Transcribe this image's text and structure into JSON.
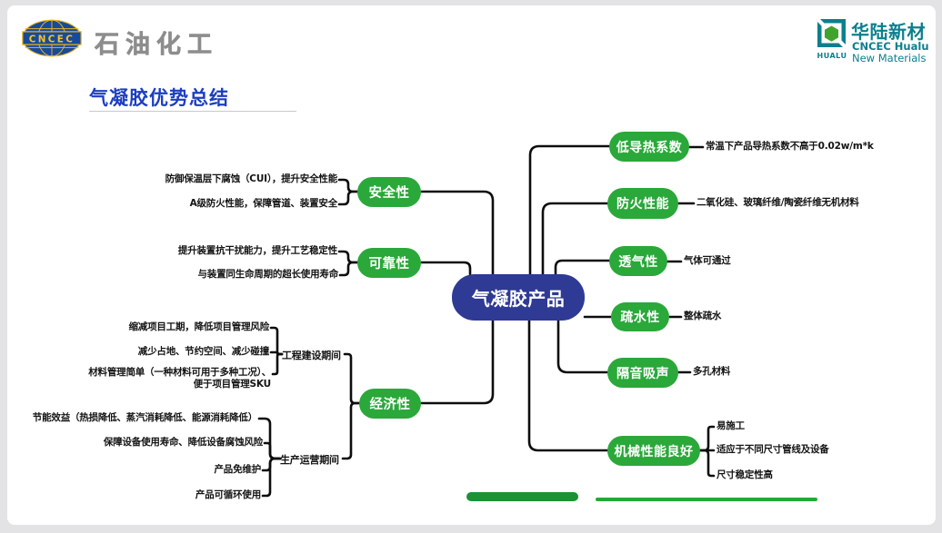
{
  "header": {
    "cncec_logo": {
      "badge_text": "CNCEC",
      "brand_text": "石油化工"
    },
    "hualu_logo": {
      "mark_text": "HUALU",
      "name_cn": "华陆新材",
      "name_en": "CNCEC Hualu",
      "name_sub": "New Materials"
    }
  },
  "title": {
    "text": "气凝胶优势总结"
  },
  "colors": {
    "accent_green": "#2aa83a",
    "node_navy": "#2e3a94",
    "title_blue": "#1c3ec0",
    "line_black": "#0d0d0d",
    "bar_green_solid": "#1a9235",
    "bar_green_light": "#22aa37"
  },
  "mindmap": {
    "root": {
      "label": "气凝胶产品"
    },
    "branches": [
      {
        "id": "anquan",
        "label": "安全性",
        "side": "left",
        "leaves": [
          {
            "id": "a1",
            "text": "防御保温层下腐蚀（CUI），提升安全性能"
          },
          {
            "id": "a2",
            "text": "A级防火性能，保障管道、装置安全"
          }
        ]
      },
      {
        "id": "kekao",
        "label": "可靠性",
        "side": "left",
        "leaves": [
          {
            "id": "b1",
            "text": "提升装置抗干扰能力，提升工艺稳定性"
          },
          {
            "id": "b2",
            "text": "与装置同生命周期的超长使用寿命"
          }
        ]
      },
      {
        "id": "jingji",
        "label": "经济性",
        "side": "left",
        "groups": [
          {
            "id": "g1",
            "label": "工程建设期间",
            "leaves": [
              {
                "id": "c1",
                "text": "缩减项目工期，降低项目管理风险"
              },
              {
                "id": "c2",
                "text": "减少占地、节约空间、减少碰撞"
              },
              {
                "id": "c3",
                "text": "材料管理简单（一种材料可用于多种工况）、\n便于项目管理SKU"
              }
            ]
          },
          {
            "id": "g2",
            "label": "生产运营期间",
            "leaves": [
              {
                "id": "d1",
                "text": "节能效益（热损降低、蒸汽消耗降低、能源消耗降低）"
              },
              {
                "id": "d2",
                "text": "保障设备使用寿命、降低设备腐蚀风险"
              },
              {
                "id": "d3",
                "text": "产品免维护"
              },
              {
                "id": "d4",
                "text": "产品可循环使用"
              }
            ]
          }
        ]
      },
      {
        "id": "didaore",
        "label": "低导热系数",
        "side": "right",
        "leaves": [
          {
            "id": "r1",
            "text": "常温下产品导热系数不高于0.02w/m*k"
          }
        ]
      },
      {
        "id": "fanghuo",
        "label": "防火性能",
        "side": "right",
        "leaves": [
          {
            "id": "r2",
            "text": "二氧化硅、玻璃纤维/陶瓷纤维无机材料"
          }
        ]
      },
      {
        "id": "touqi",
        "label": "透气性",
        "side": "right",
        "leaves": [
          {
            "id": "r3",
            "text": "气体可通过"
          }
        ]
      },
      {
        "id": "shushui",
        "label": "疏水性",
        "side": "right",
        "leaves": [
          {
            "id": "r4",
            "text": "整体疏水"
          }
        ]
      },
      {
        "id": "geyin",
        "label": "隔音吸声",
        "side": "right",
        "leaves": [
          {
            "id": "r5",
            "text": "多孔材料"
          }
        ]
      },
      {
        "id": "jixie",
        "label": "机械性能良好",
        "side": "right",
        "leaves": [
          {
            "id": "r6a",
            "text": "易施工"
          },
          {
            "id": "r6b",
            "text": "适应于不同尺寸管线及设备"
          },
          {
            "id": "r6c",
            "text": "尺寸稳定性高"
          }
        ]
      }
    ]
  }
}
